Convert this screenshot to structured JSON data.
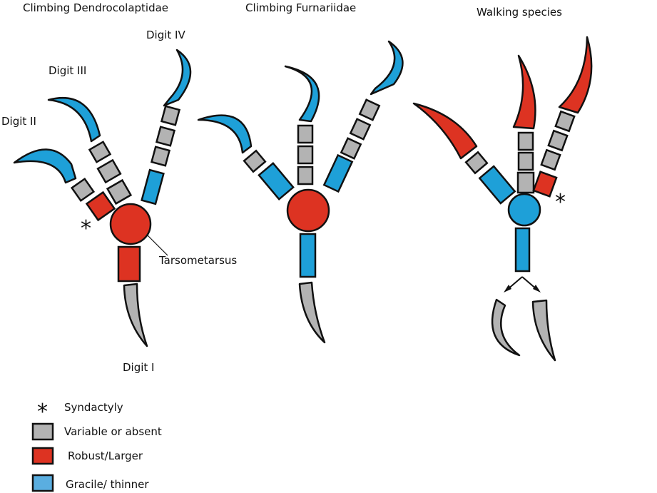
{
  "titles": {
    "dendrocolaptidae": "Climbing Dendrocolaptidae",
    "furnariidae": "Climbing Furnariidae",
    "walking": "Walking species"
  },
  "digit_labels": {
    "digit_ii": "Digit II",
    "digit_iii": "Digit III",
    "digit_iv": "Digit IV",
    "digit_i": "Digit I",
    "tarsometatarsus": "Tarsometarsus"
  },
  "asterisk": "*",
  "legend": {
    "syndactyly": "Syndactyly",
    "variable": "Variable or absent",
    "robust": "Robust/Larger",
    "gracile": "Gracile/ thinner"
  },
  "colors": {
    "robust": "#dd3322",
    "gracile": "#1ea0d8",
    "variable": "#b3b3b3",
    "gracile_legend": "#5aaee0",
    "outline": "#111111"
  }
}
